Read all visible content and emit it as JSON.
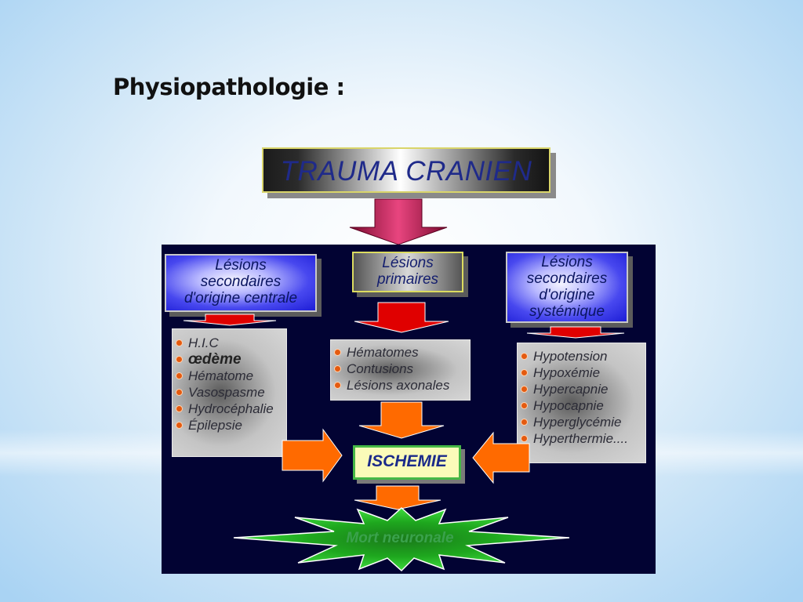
{
  "title": "Physiopathologie :",
  "top_box": "TRAUMA CRANIEN",
  "categories": {
    "left": [
      "Lésions",
      "secondaires",
      "d'origine centrale"
    ],
    "center": [
      "Lésions",
      "primaires"
    ],
    "right": [
      "Lésions",
      "secondaires",
      "d'origine",
      "systémique"
    ]
  },
  "lists": {
    "left": [
      "H.I.C",
      "œdème",
      "Hématome",
      "Vasospasme",
      "Hydrocéphalie",
      "Épilepsie"
    ],
    "center": [
      "Hématomes",
      "Contusions",
      "Lésions axonales"
    ],
    "right": [
      "Hypotension",
      "Hypoxémie",
      "Hypercapnie",
      "Hypocapnie",
      "Hyperglycémie",
      "Hyperthermie...."
    ]
  },
  "center_box": "ISCHEMIE",
  "bottom": "Mort neuronale",
  "colors": {
    "panel": "#020333",
    "arrow_orange": "#ff6a00",
    "arrow_red": "#e00000",
    "star_green": "#1ea71e",
    "top_arrow": "#c0185a"
  }
}
